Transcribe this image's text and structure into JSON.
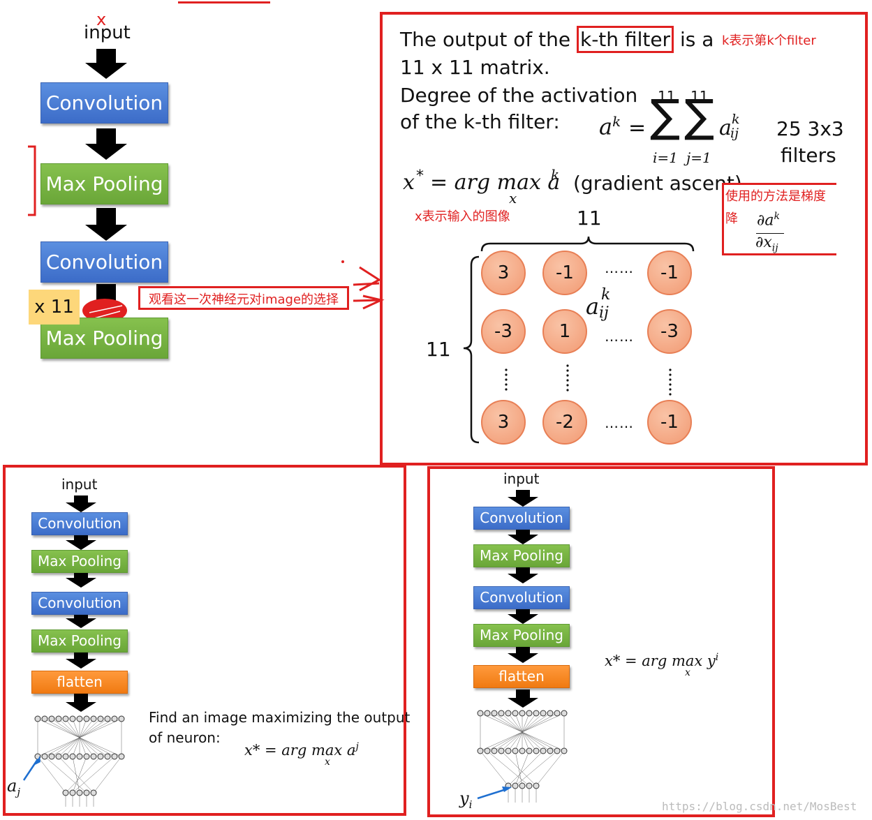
{
  "top_left": {
    "x_mark": "x",
    "input": "input",
    "conv1": "Convolution",
    "pool1": "Max Pooling",
    "conv2": "Convolution",
    "pool2": "Max Pooling",
    "times": "x 11",
    "annotation": "观看这一次神经元对image的选择"
  },
  "main": {
    "line1a": "The output of the ",
    "kth": "k-th filter",
    "line1b": " is a",
    "line2": "11 x 11 matrix.",
    "line3": "Degree of the activation",
    "line4": "of the k-th filter:",
    "eq_lhs_a": "a",
    "eq_lhs_k": "k",
    "eq_eq": "=",
    "sum_top1": "11",
    "sum_top2": "11",
    "sum_bot1": "i=1",
    "sum_bot2": "j=1",
    "sum_a": "a",
    "sum_k": "k",
    "sum_ij": "ij",
    "filters_line1": "25 3x3",
    "filters_line2": "filters",
    "argmax_x": "x",
    "argmax_star": "*",
    "argmax_eq": "= arg max a",
    "argmax_k": "k",
    "argmax_sub": "x",
    "gradient": "(gradient ascent)",
    "note_k": "k表示第k个filter",
    "note_x": "x表示输入的图像",
    "note_method": "使用的方法是梯度降",
    "partial_num": "∂a",
    "partial_num_k": "k",
    "partial_den": "∂x",
    "partial_den_ij": "ij",
    "matrix_top": "11",
    "matrix_left": "11",
    "aij_a": "a",
    "aij_k": "k",
    "aij_ij": "ij",
    "ellipsis": "……",
    "matrix_values": [
      "3",
      "-1",
      "-1",
      "-3",
      "1",
      "-3",
      "3",
      "-2",
      "-1"
    ]
  },
  "bottom_left": {
    "input": "input",
    "conv1": "Convolution",
    "pool1": "Max Pooling",
    "conv2": "Convolution",
    "pool2": "Max Pooling",
    "flatten": "flatten",
    "find_line1": "Find an image maximizing the output",
    "find_line2": "of neuron:",
    "eq": "x* = arg max a",
    "eq_sup": "j",
    "eq_sub": "x",
    "aj_a": "a",
    "aj_j": "j"
  },
  "bottom_right": {
    "input": "input",
    "conv1": "Convolution",
    "pool1": "Max Pooling",
    "conv2": "Convolution",
    "pool2": "Max Pooling",
    "flatten": "flatten",
    "eq": "x* = arg max y",
    "eq_sup": "i",
    "eq_sub": "x",
    "yi_y": "y",
    "yi_i": "i"
  },
  "watermark": "https://blog.csdn.net/MosBest"
}
